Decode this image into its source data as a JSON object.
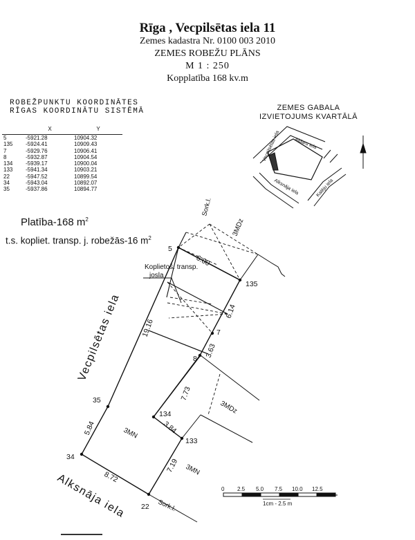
{
  "header": {
    "title": "Rīga , Vecpilsētas iela 11",
    "cadastre": "Zemes kadastra Nr. 0100 003 2010",
    "plan_name": "ZEMES ROBEŽU PLĀNS",
    "scale": "M 1 : 250",
    "common_area": "Kopplatība 168 kv.m"
  },
  "coords": {
    "heading_1": "ROBEŽPUNKTU KOORDINĀTES",
    "heading_2": "RĪGAS KOORDINĀTU SISTĒMĀ",
    "col_x": "X",
    "col_y": "Y",
    "rows": [
      {
        "id": "5",
        "x": "-5921.28",
        "y": "10904.32"
      },
      {
        "id": "135",
        "x": "-5924.41",
        "y": "10909.43"
      },
      {
        "id": "7",
        "x": "-5929.76",
        "y": "10906.41"
      },
      {
        "id": "8",
        "x": "-5932.87",
        "y": "10904.54"
      },
      {
        "id": "134",
        "x": "-5939.17",
        "y": "10900.04"
      },
      {
        "id": "133",
        "x": "-5941.34",
        "y": "10903.21"
      },
      {
        "id": "22",
        "x": "-5947.52",
        "y": "10899.54"
      },
      {
        "id": "34",
        "x": "-5943.04",
        "y": "10892.07"
      },
      {
        "id": "35",
        "x": "-5937.86",
        "y": "10894.77"
      }
    ]
  },
  "areas": {
    "area_label": "Platība-168 m",
    "area_sup": "2",
    "transport_label": "t.s. kopliet. transp. j. robežās-16 m",
    "transport_sup": "2"
  },
  "location": {
    "title_1": "ZEMES GABALA",
    "title_2": "IZVIETOJUMS KVARTĀLĀ",
    "street_vecpilsetas": "Vecpilsētas iela",
    "street_aldaru": "Aldaru iela",
    "street_alksnaja": "Alksnāja iela",
    "street_kaleju": "Kalēju iela"
  },
  "plan": {
    "points": {
      "p5": "5",
      "p135": "135",
      "p7": "7",
      "p8": "8",
      "p134": "134",
      "p133": "133",
      "p22": "22",
      "p34": "34",
      "p35": "35"
    },
    "dims": {
      "d600": "6.00",
      "d614": "6.14",
      "d1916": "19.16",
      "d363": "3.63",
      "d773": "7.73",
      "d384": "3.84",
      "d584": "5.84",
      "d872": "8.72",
      "d719": "7.19"
    },
    "sork_top": "Sork.l.",
    "sork_bottom": "Sork.l.",
    "mdz_top": "3MDz",
    "mdz_mid": "3MDz",
    "mn_left": "3MN",
    "mn_right": "3MN",
    "strip_label_1": "Koplietoš. transp.",
    "strip_label_2": "josla",
    "street_vecpilsetas": "Vecpilsētas iela",
    "street_alksnaja": "Alksnāja iela"
  },
  "scalebar": {
    "ticks": [
      "0",
      "2.5",
      "5.0",
      "7.5",
      "10.0",
      "12.5"
    ],
    "caption": "1cm - 2.5 m"
  }
}
